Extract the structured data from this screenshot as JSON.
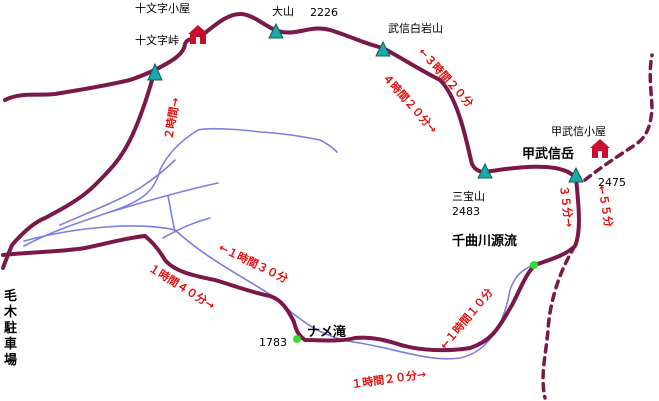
{
  "places": {
    "jumonji_hut": "十文字小屋",
    "jumonji_pass": "十文字峠",
    "oyama": "大山",
    "oyama_elev": "2226",
    "bushin_hakuiwa": "武信白岩山",
    "sanpozan": "三宝山",
    "sanpozan_elev": "2483",
    "kobushi_hut": "甲武信小屋",
    "kobushi_peak": "甲武信岳",
    "kobushi_elev": "2475",
    "chikuma_source": "千曲川源流",
    "name_falls": "ナメ滝",
    "name_falls_elev": "1783",
    "keki_parking": [
      "毛",
      "木",
      "駐",
      "車",
      "場"
    ]
  },
  "times": {
    "t_3h20": "←３時間２０分",
    "t_4h20": "４時間２０分→",
    "t_2h": "２時間→",
    "t_35m": "３５分→",
    "t_55m": "←５５分",
    "t_1h30": "←１時間３０分",
    "t_1h40": "１時間４０分→",
    "t_1h10": "←１時間１０分",
    "t_1h20": "１時間２０分→"
  },
  "colors": {
    "trail": "#7b1848",
    "river": "#7b7ee0",
    "time_text": "#e01010",
    "peak": "#1aa8a8",
    "hut": "#c8102e",
    "spring": "#33dd33",
    "label": "#000000"
  }
}
